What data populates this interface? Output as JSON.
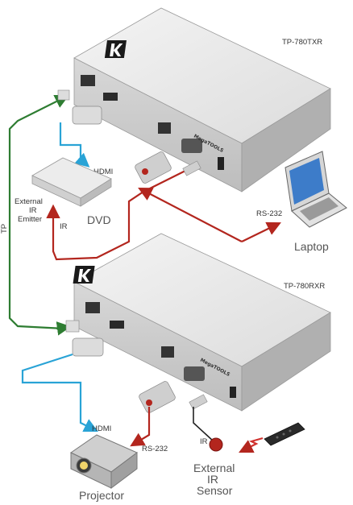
{
  "devices": {
    "transmitter": {
      "model": "TP-780TXR",
      "brand_text": "MegaTOOLS"
    },
    "receiver": {
      "model": "TP-780RXR",
      "brand_text": "MegaTOOLS"
    }
  },
  "labels": {
    "tp": "TP",
    "hdmi_top": "HDMI",
    "dvd": "DVD",
    "external_ir_emitter": [
      "External",
      "IR",
      "Emitter"
    ],
    "ir_top": "IR",
    "rs232_top": "RS-232",
    "laptop": "Laptop",
    "hdmi_bottom": "HDMI",
    "rs232_bottom": "RS-232",
    "ir_bottom": "IR",
    "projector": "Projector",
    "external_ir_sensor": [
      "External",
      "IR",
      "Sensor"
    ]
  },
  "colors": {
    "tp_cable": "#2e7d32",
    "hdmi_cable": "#29a3d6",
    "rs232_cable": "#b3261e",
    "ir_cable": "#b3261e",
    "device_body": "#e6e6e6",
    "device_top": "#efefef"
  }
}
